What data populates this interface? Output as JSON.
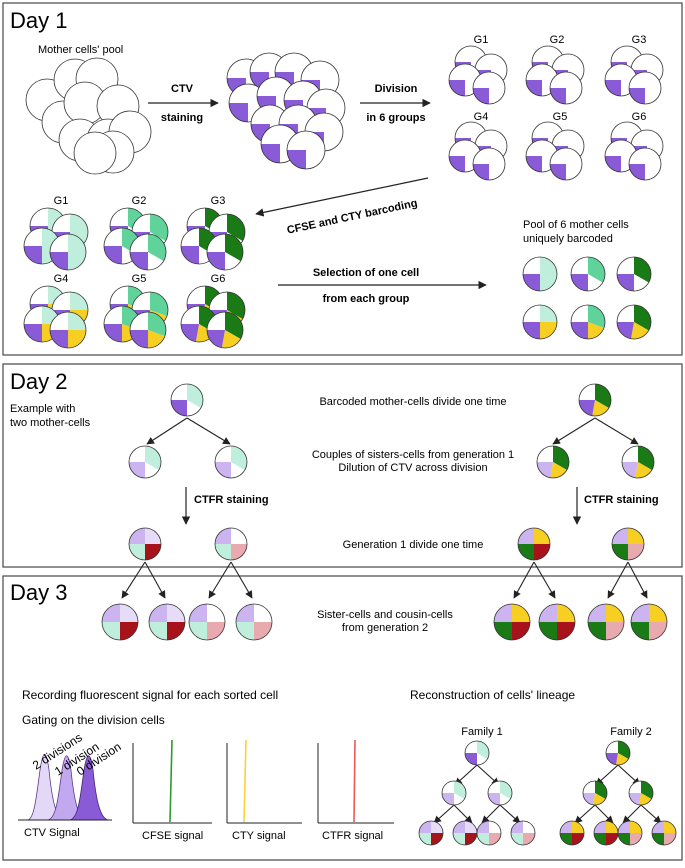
{
  "colors": {
    "purple": "#8a5bd6",
    "light_purple": "#cbb4ef",
    "pale_purple": "#e6dcf8",
    "teal": "#5fd39a",
    "light_teal": "#bfeedd",
    "dark_green": "#1a7a16",
    "yellow": "#f7cf22",
    "dark_red": "#a8121a",
    "pink": "#e8aaae",
    "cell_outline": "#333333",
    "frame": "#555555",
    "track_green": "#2e9a2e",
    "track_yellow": "#f7d23a",
    "track_red": "#ea5a5a",
    "hist_1": "#e3d8f6",
    "hist_2": "#c2a8ee",
    "hist_3": "#8a5bd6"
  },
  "day1": {
    "title": "Day 1",
    "mother_pool": "Mother cells' pool",
    "ctv_top": "CTV",
    "ctv_bottom": "staining",
    "division_top": "Division",
    "division_bottom": "in 6 groups",
    "groups": [
      "G1",
      "G2",
      "G3",
      "G4",
      "G5",
      "G6"
    ],
    "barcoding": "CFSE and CTY barcoding",
    "selection_top": "Selection of one cell",
    "selection_bottom": "from each group",
    "pool_line1": "Pool of 6 mother cells",
    "pool_line2": "uniquely barcoded"
  },
  "day2": {
    "title": "Day 2",
    "example_line1": "Example with",
    "example_line2": "two mother-cells",
    "barcoded_divide": "Barcoded mother-cells divide one time",
    "couples_line1": "Couples of sisters-cells from generation 1",
    "couples_line2": "Dilution of CTV across division",
    "ctfr_left": "CTFR staining",
    "ctfr_right": "CTFR staining",
    "gen1_divide": "Generation 1 divide one time"
  },
  "day3": {
    "title": "Day 3",
    "sister_line1": "Sister-cells and cousin-cells",
    "sister_line2": "from generation 2",
    "recording": "Recording fluorescent signal for each sorted cell",
    "gating": "Gating on the division cells",
    "hist_labels": [
      "2 divisions",
      "1 division",
      "0 division"
    ],
    "ctv_signal": "CTV Signal",
    "cfse_signal": "CFSE signal",
    "cty_signal": "CTY signal",
    "ctfr_signal": "CTFR signal",
    "reconstruction": "Reconstruction of cells' lineage",
    "family1": "Family 1",
    "family2": "Family 2"
  }
}
